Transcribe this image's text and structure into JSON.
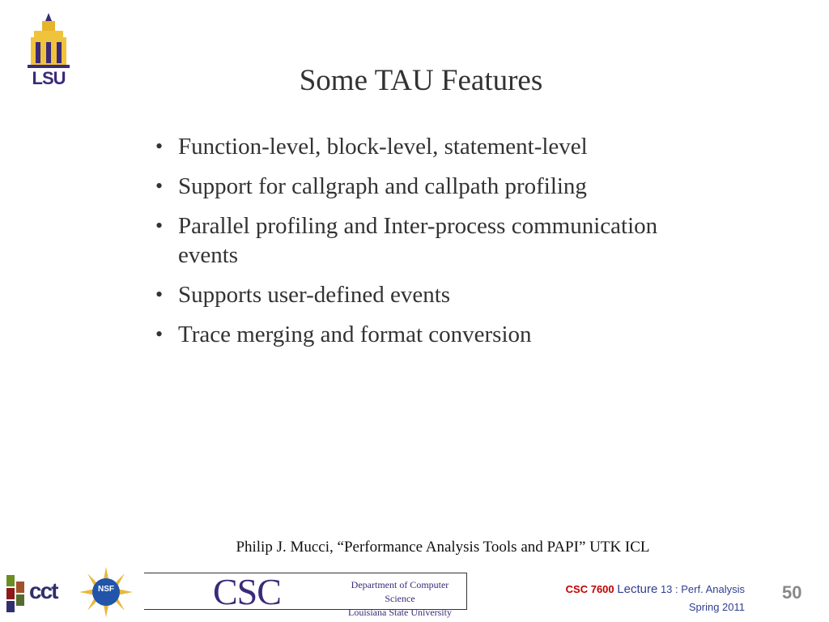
{
  "logos": {
    "lsu": "LSU",
    "cct": "cct",
    "nsf": "NSF"
  },
  "slide": {
    "title": "Some TAU Features",
    "bullets": [
      "Function-level, block-level, statement-level",
      "Support for callgraph and callpath profiling",
      "Parallel profiling and Inter-process communication events",
      "Supports user-defined events",
      "Trace merging and format conversion"
    ],
    "citation": "Philip J. Mucci, “Performance Analysis Tools and PAPI” UTK ICL"
  },
  "footer": {
    "csc_abbrev": "CSC",
    "department_line1": "Department of Computer Science",
    "department_line2": "Louisiana State University",
    "course_code": "CSC 7600",
    "lecture_word": "Lecture",
    "lecture_rest": "13 : Perf. Analysis",
    "term": "Spring 2011",
    "page_number": "50"
  },
  "colors": {
    "text": "#333333",
    "lsu_purple": "#3b2a7a",
    "course_red": "#c00000",
    "course_blue": "#2f3f8f",
    "page_num_gray": "#888888"
  }
}
